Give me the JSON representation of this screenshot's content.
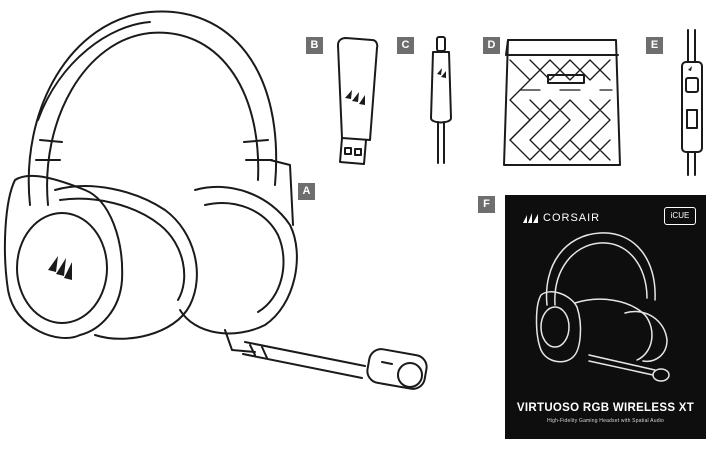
{
  "labels": {
    "a": "A",
    "b": "B",
    "c": "C",
    "d": "D",
    "e": "E",
    "f": "F"
  },
  "box": {
    "brand": "CORSAIR",
    "cue_badge": "iCUE",
    "title": "VIRTUOSO RGB WIRELESS XT",
    "subtitle": "High-Fidelity Gaming Headset with Spatial Audio"
  },
  "icons": {
    "logo": "corsair-sails-logo-icon",
    "cue": "icue-logo-icon"
  },
  "colors": {
    "label_badge": "#6e6e6e",
    "box_background": "#0e0e0e",
    "line_art": "#1a1a1a"
  }
}
